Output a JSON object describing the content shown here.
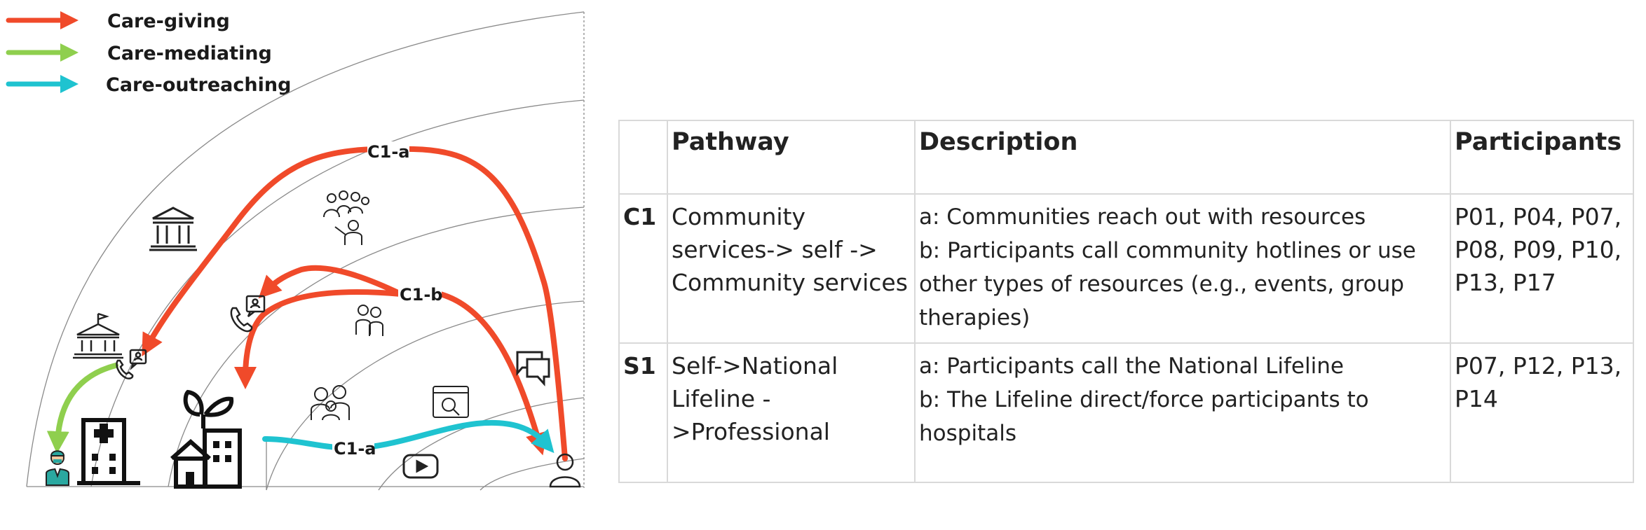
{
  "legend": [
    {
      "label": "Care-giving",
      "color": "#f04a2a"
    },
    {
      "label": "Care-mediating",
      "color": "#8fcf4e"
    },
    {
      "label": "Care-outreaching",
      "color": "#1fc3d0"
    }
  ],
  "route_labels": {
    "top": "C1-a",
    "middle": "C1-b",
    "bottom": "C1-a"
  },
  "icons": [
    "government-building-icon",
    "community-group-icon",
    "government-building-flag-icon",
    "hotline-phone-icon",
    "hotline-phone-icon",
    "family-icon",
    "couple-icon",
    "chat-bubbles-icon",
    "web-search-icon",
    "video-play-icon",
    "doctor-icon",
    "hospital-icon",
    "eco-housing-icon",
    "person-icon"
  ],
  "table": {
    "headers": [
      "",
      "Pathway",
      "Description",
      "Participants"
    ],
    "rows": [
      {
        "code": "C1",
        "pathway": "Community services-> self -> Community services",
        "description_a": "a: Communities reach out with resources",
        "description_b": "b: Participants call community hotlines or use other types of resources (e.g., events, group therapies)",
        "participants": "P01, P04, P07, P08, P09, P10, P13, P17"
      },
      {
        "code": "S1",
        "pathway": "Self->National Lifeline ->Professional",
        "description_a": "a: Participants call the National Lifeline",
        "description_b": "b: The Lifeline direct/force participants to hospitals",
        "participants": "P07, P12, P13, P14"
      }
    ]
  }
}
